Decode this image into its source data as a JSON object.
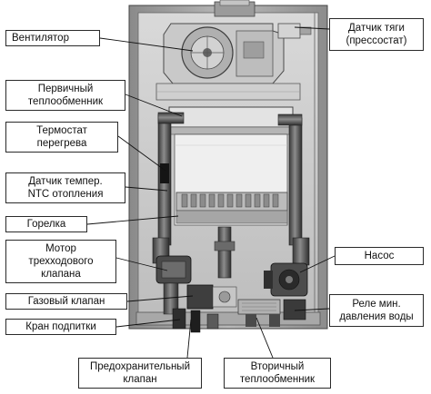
{
  "labels": {
    "fan": "Вентилятор",
    "draft_sensor": "Датчик тяги\n(прессостат)",
    "primary_hx": "Первичный\nтеплообменник",
    "overheat_thermostat": "Термостат\nперегрева",
    "ntc_sensor": "Датчик темпер.\nNTC отопления",
    "burner": "Горелка",
    "three_way_motor": "Мотор\nтрехходового\nклапана",
    "gas_valve": "Газовый клапан",
    "fill_tap": "Кран подпитки",
    "pump": "Насос",
    "pressure_relay": "Реле мин.\nдавления воды",
    "safety_valve": "Предохранительный\nклапан",
    "secondary_hx": "Вторичный\nтеплообменник"
  }
}
